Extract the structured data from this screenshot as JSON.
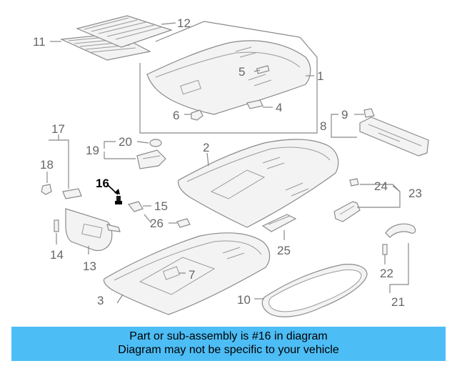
{
  "diagram": {
    "callouts": [
      {
        "id": "c1",
        "label": "1"
      },
      {
        "id": "c2",
        "label": "2"
      },
      {
        "id": "c3",
        "label": "3"
      },
      {
        "id": "c4",
        "label": "4"
      },
      {
        "id": "c5",
        "label": "5"
      },
      {
        "id": "c6",
        "label": "6"
      },
      {
        "id": "c7",
        "label": "7"
      },
      {
        "id": "c8",
        "label": "8"
      },
      {
        "id": "c9",
        "label": "9"
      },
      {
        "id": "c10",
        "label": "10"
      },
      {
        "id": "c11",
        "label": "11"
      },
      {
        "id": "c12",
        "label": "12"
      },
      {
        "id": "c13",
        "label": "13"
      },
      {
        "id": "c14",
        "label": "14"
      },
      {
        "id": "c15",
        "label": "15"
      },
      {
        "id": "c16",
        "label": "16"
      },
      {
        "id": "c17",
        "label": "17"
      },
      {
        "id": "c18",
        "label": "18"
      },
      {
        "id": "c19",
        "label": "19"
      },
      {
        "id": "c20",
        "label": "20"
      },
      {
        "id": "c21",
        "label": "21"
      },
      {
        "id": "c22",
        "label": "22"
      },
      {
        "id": "c23",
        "label": "23"
      },
      {
        "id": "c24",
        "label": "24"
      },
      {
        "id": "c25",
        "label": "25"
      },
      {
        "id": "c26",
        "label": "26"
      }
    ],
    "highlighted_part": "16",
    "colors": {
      "highlight": "#000000",
      "line": "#888888",
      "banner": "#4dbdf5"
    }
  },
  "banner": {
    "line1": "Part or sub-assembly is #16 in diagram",
    "line2": "Diagram may not be specific to your vehicle"
  }
}
